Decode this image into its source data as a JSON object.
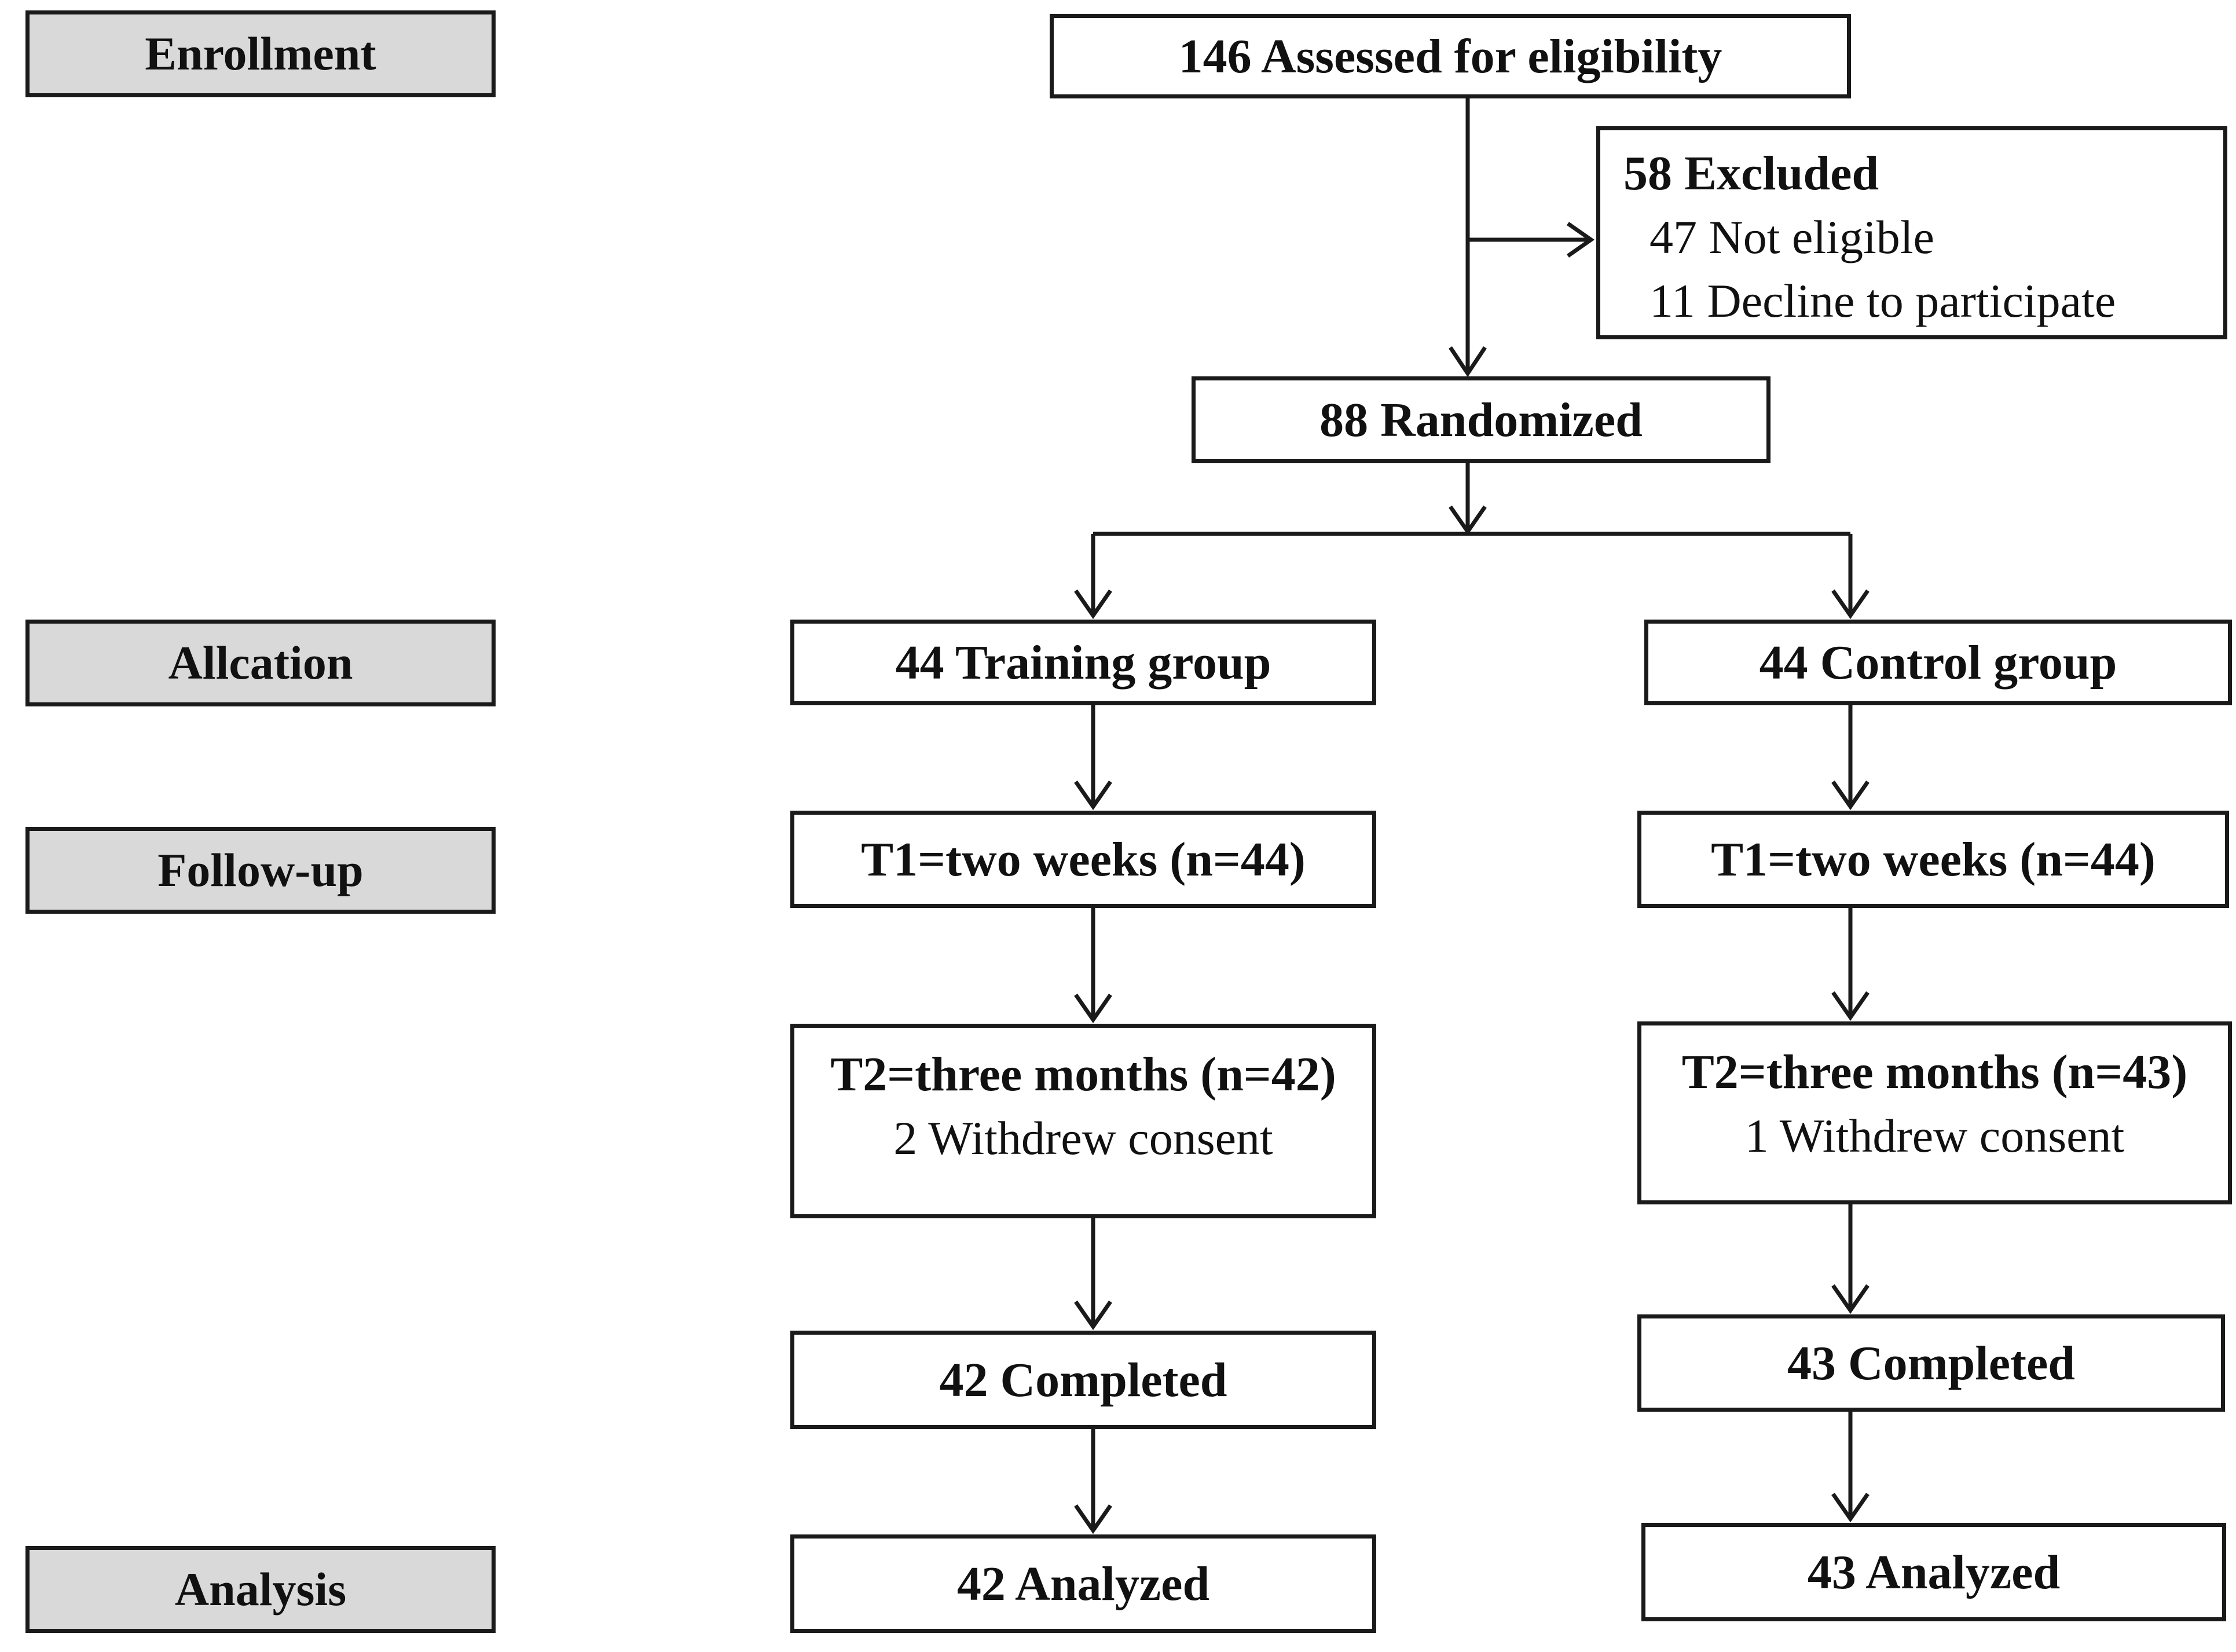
{
  "stages": {
    "enrollment": "Enrollment",
    "allocation": "Allcation",
    "followup": "Follow-up",
    "analysis": "Analysis"
  },
  "assessed": "146 Assessed for eligibility",
  "excluded": {
    "title": "58 Excluded",
    "reasons": [
      "47 Not eligible",
      "11 Decline to participate"
    ]
  },
  "randomized": "88  Randomized",
  "training": {
    "group": "44  Training group",
    "t1": "T1=two weeks (n=44)",
    "t2": "T2=three months (n=42)",
    "t2_note": "2 Withdrew consent",
    "completed": "42 Completed",
    "analyzed": "42 Analyzed"
  },
  "control": {
    "group": "44 Control group",
    "t1": "T1=two weeks (n=44)",
    "t2": "T2=three months (n=43)",
    "t2_note": "1 Withdrew consent",
    "completed": "43 Completed",
    "analyzed": "43 Analyzed"
  }
}
